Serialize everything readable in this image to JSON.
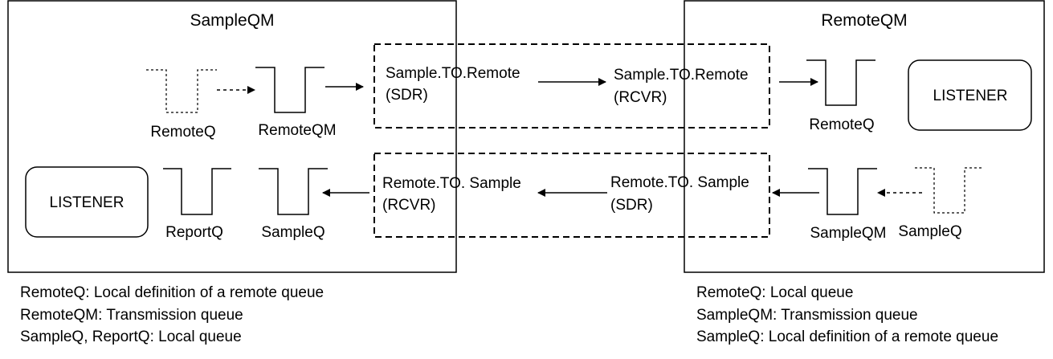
{
  "left_qm": {
    "title": "SampleQM",
    "queues": {
      "remote_q": "RemoteQ",
      "xmit_q": "RemoteQM",
      "report_q": "ReportQ",
      "sample_q": "SampleQ"
    },
    "listener": "LISTENER"
  },
  "right_qm": {
    "title": "RemoteQM",
    "queues": {
      "remote_q": "RemoteQ",
      "xmit_q": "SampleQM",
      "sample_q": "SampleQ"
    },
    "listener": "LISTENER"
  },
  "channels": {
    "top_left_name": "Sample.TO.Remote",
    "top_left_type": "(SDR)",
    "top_right_name": "Sample.TO.Remote",
    "top_right_type": "(RCVR)",
    "bottom_left_name": "Remote.TO. Sample",
    "bottom_left_type": "(RCVR)",
    "bottom_right_name": "Remote.TO. Sample",
    "bottom_right_type": "(SDR)"
  },
  "legend_left": [
    "RemoteQ: Local definition of a remote queue",
    "RemoteQM: Transmission queue",
    "SampleQ, ReportQ: Local queue"
  ],
  "legend_right": [
    "RemoteQ: Local queue",
    "SampleQM: Transmission queue",
    "SampleQ: Local definition of a remote queue"
  ]
}
